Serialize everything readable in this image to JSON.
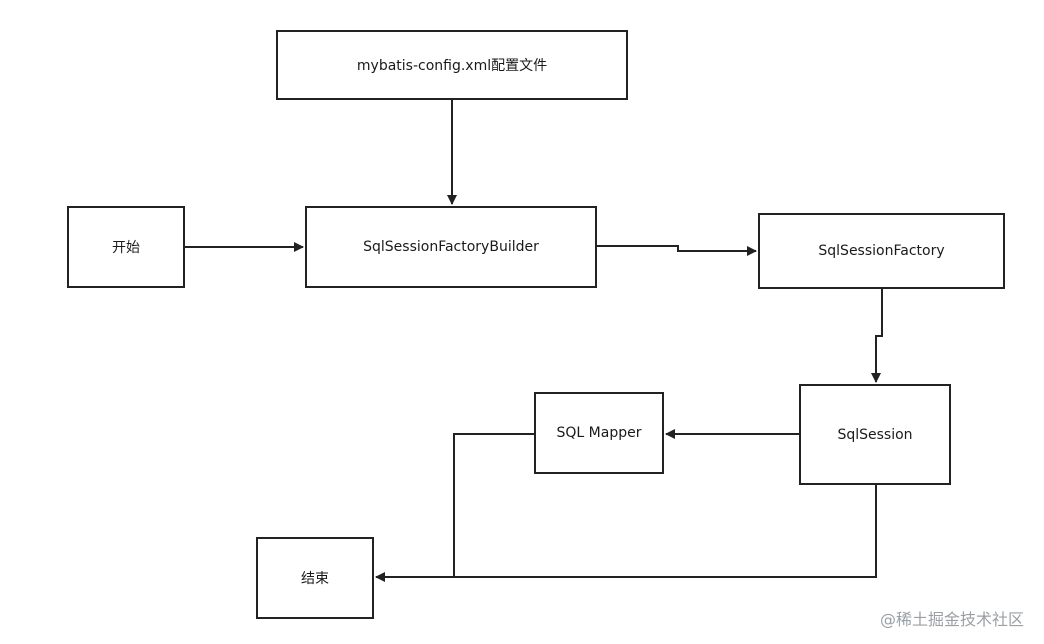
{
  "nodes": {
    "config": "mybatis-config.xml配置文件",
    "start": "开始",
    "builder": "SqlSessionFactoryBuilder",
    "factory": "SqlSessionFactory",
    "session": "SqlSession",
    "mapper": "SQL Mapper",
    "end": "结束"
  },
  "watermark": "@稀土掘金技术社区",
  "colors": {
    "stroke": "#222222",
    "text": "#1a1a1a",
    "watermark": "#9aa0a6"
  }
}
